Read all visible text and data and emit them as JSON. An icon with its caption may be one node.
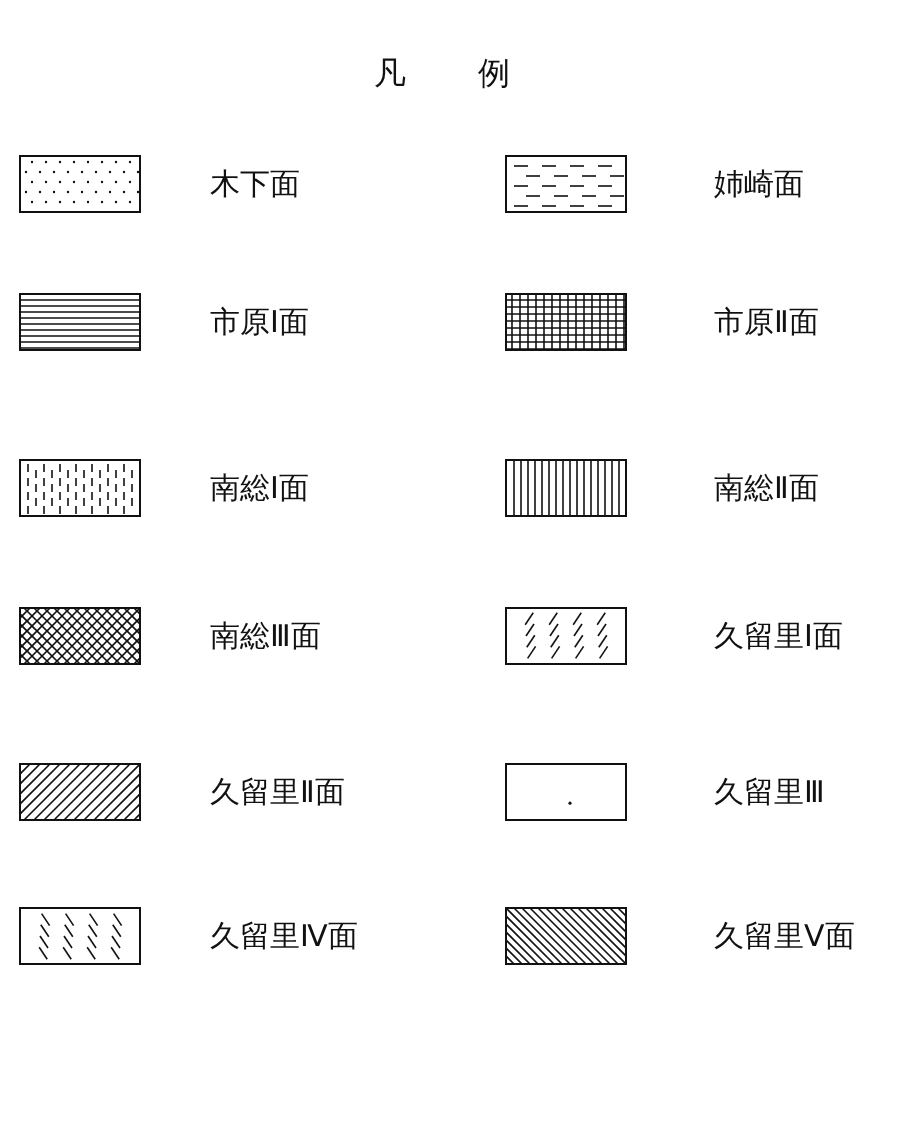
{
  "diagram": {
    "title": "凡例",
    "legend": [
      {
        "text": "木下面"
      },
      {
        "text": "姉崎面"
      },
      {
        "text": "市原Ⅰ面"
      },
      {
        "text": "市原Ⅱ面"
      },
      {
        "text": "南総Ⅰ面"
      },
      {
        "text": "南総Ⅱ面"
      },
      {
        "text": "南総Ⅲ面"
      },
      {
        "text": "久留里Ⅰ面"
      },
      {
        "text": "久留里Ⅱ面"
      },
      {
        "text": "久留里Ⅲ"
      },
      {
        "text": "久留里Ⅳ面"
      },
      {
        "text": "久留里Ⅴ面"
      }
    ]
  }
}
